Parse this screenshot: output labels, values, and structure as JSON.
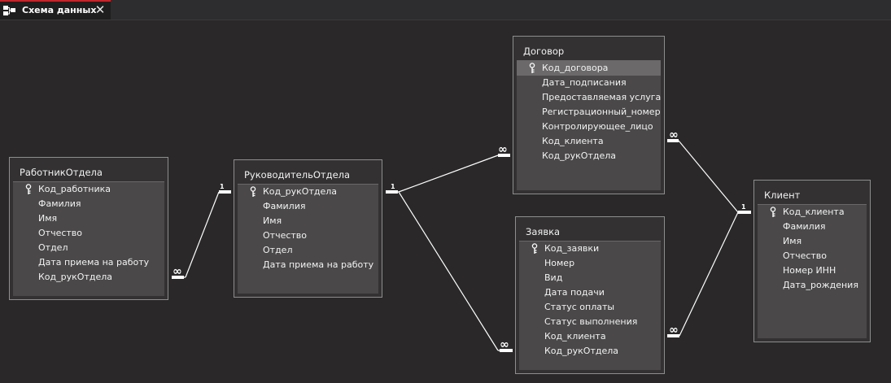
{
  "tab": {
    "title": "Схема данных",
    "close_glyph": "✕",
    "icon": "relationships-icon"
  },
  "tables": {
    "rabotnik": {
      "name": "РаботникОтдела",
      "fields": [
        "Код_работника",
        "Фамилия",
        "Имя",
        "Отчество",
        "Отдел",
        "Дата приема на работу",
        "Код_рукОтдела"
      ]
    },
    "rukovoditel": {
      "name": "РуководительОтдела",
      "fields": [
        "Код_рукОтдела",
        "Фамилия",
        "Имя",
        "Отчество",
        "Отдел",
        "Дата приема на работу"
      ]
    },
    "dogovor": {
      "name": "Договор",
      "fields": [
        "Код_договора",
        "Дата_подписания",
        "Предоставляемая услуга",
        "Регистрационный_номер",
        "Контролирующее_лицо",
        "Код_клиента",
        "Код_рукОтдела"
      ]
    },
    "zayavka": {
      "name": "Заявка",
      "fields": [
        "Код_заявки",
        "Номер",
        "Вид",
        "Дата подачи",
        "Статус оплаты",
        "Статус выполнения",
        "Код_клиента",
        "Код_рукОтдела"
      ]
    },
    "klient": {
      "name": "Клиент",
      "fields": [
        "Код_клиента",
        "Фамилия",
        "Имя",
        "Отчество",
        "Номер ИНН",
        "Дата_рождения"
      ]
    }
  },
  "cardinality": {
    "one": "1",
    "many": "∞"
  },
  "colors": {
    "background": "#2a2828",
    "line": "#ffffff",
    "tab_accent": "#c0282c"
  }
}
